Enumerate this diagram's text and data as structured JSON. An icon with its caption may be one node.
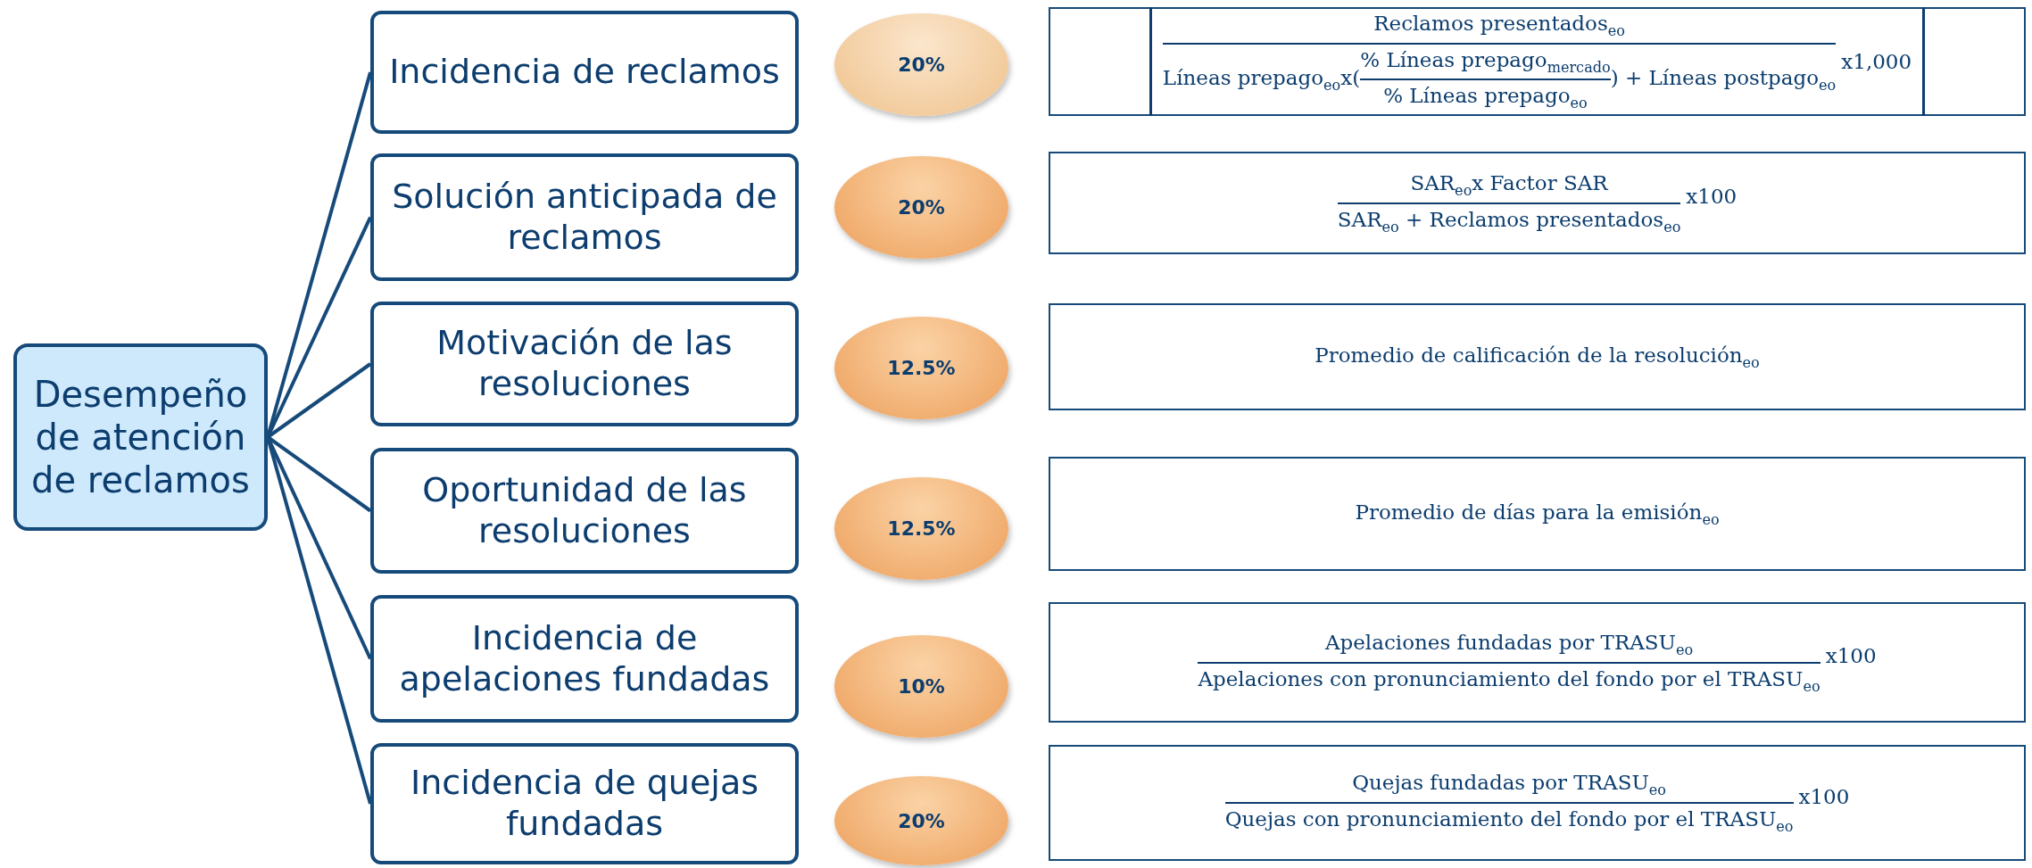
{
  "diagram": {
    "nodes": [
      {
        "text": [
          "Desempeño de atención de reclamos"
        ]
      },
      {
        "text": [
          "Incidencia de reclamos"
        ]
      },
      {
        "text": [
          "Solución anticipada de reclamos"
        ]
      },
      {
        "text": [
          "Motivación de las resoluciones"
        ]
      },
      {
        "text": [
          "Oportunidad de las resoluciones"
        ]
      },
      {
        "text": [
          "Incidencia de apelaciones fundadas"
        ]
      },
      {
        "text": [
          "Incidencia de quejas fundadas"
        ]
      },
      {
        "text": [
          "20%"
        ]
      },
      {
        "text": [
          "20%"
        ]
      },
      {
        "text": [
          "12.5%"
        ]
      },
      {
        "text": [
          "12.5%"
        ]
      },
      {
        "text": [
          "10%"
        ]
      },
      {
        "text": [
          "20%"
        ]
      },
      {
        "text": [
          "Reclamos presentados$_{eo}$",
          "Líneas prepago$_{eo}$x(",
          "% Líneas prepago$_{mercado}$",
          "% Líneas prepago$_{eo}$",
          ") + Líneas postpago$_{eo}$",
          "x1,000"
        ]
      },
      {
        "text": [
          "SAR$_{eo}$x Factor SAR",
          "SAR$_{eo}$ + Reclamos presentados$_{eo}$",
          "x100"
        ]
      },
      {
        "text": [
          "Promedio de calificación de la resolución$_{eo}$"
        ]
      },
      {
        "text": [
          "Promedio de días para la emisión$_{eo}$"
        ]
      },
      {
        "text": [
          "Apelaciones fundadas por TRASU$_{eo}$",
          "Apelaciones con pronunciamiento del fondo por el TRASU$_{eo}$",
          "x100"
        ]
      },
      {
        "text": [
          "Quejas fundadas por TRASU$_{eo}$",
          "Quejas con pronunciamiento del fondo por el TRASU$_{eo}$",
          "x100"
        ]
      }
    ],
    "edges": [
      {
        "from": 0,
        "to": 1,
        "arrow": "none"
      },
      {
        "from": 0,
        "to": 2,
        "arrow": "none"
      },
      {
        "from": 0,
        "to": 3,
        "arrow": "none"
      },
      {
        "from": 0,
        "to": 4,
        "arrow": "none"
      },
      {
        "from": 0,
        "to": 5,
        "arrow": "none"
      },
      {
        "from": 0,
        "to": 6,
        "arrow": "none"
      }
    ]
  }
}
